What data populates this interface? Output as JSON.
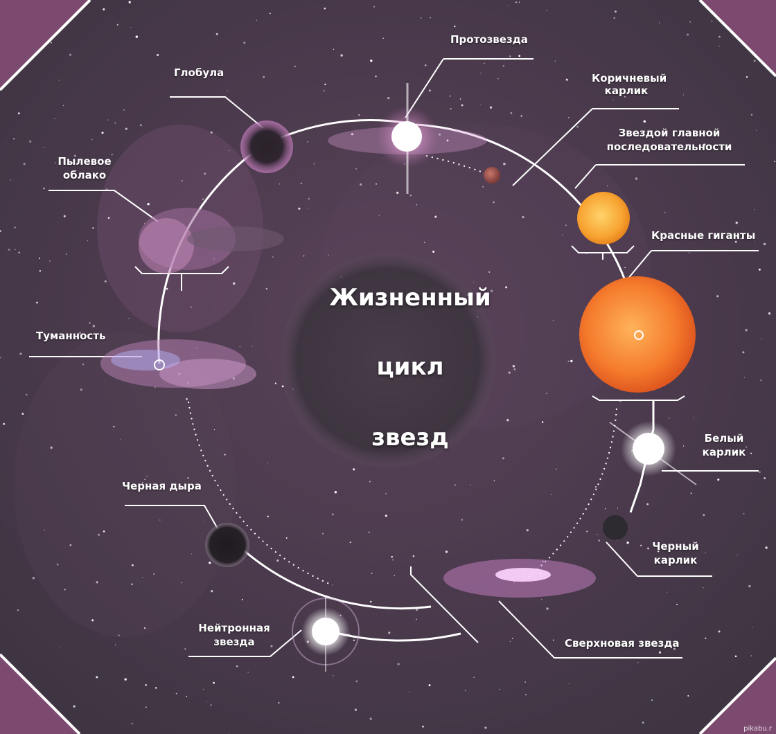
{
  "title": {
    "line1": "Жизненный",
    "line2": "цикл",
    "line3": "звезд"
  },
  "labels": {
    "protostar": "Протозвезда",
    "globule": "Глобула",
    "brown_dwarf_1": "Коричневый",
    "brown_dwarf_2": "карлик",
    "main_sequence_1": "Звездой главной",
    "main_sequence_2": "последовательности",
    "dust_cloud_1": "Пылевое",
    "dust_cloud_2": "облако",
    "red_giants": "Красные гиганты",
    "nebula": "Туманность",
    "white_dwarf_1": "Белый",
    "white_dwarf_2": "карлик",
    "black_hole": "Черная дыра",
    "black_dwarf_1": "Черный",
    "black_dwarf_2": "карлик",
    "neutron_star_1": "Нейтронная",
    "neutron_star_2": "звезда",
    "supernova": "Сверхновая звезда"
  },
  "watermark": "pikabu.r",
  "colors": {
    "background": "#4a3a4c",
    "corner": "#7a4a6e",
    "line": "#ffffff",
    "red_giant": "#f27a2a",
    "main_sequence_star": "#f7a030",
    "nebula_glow": "#c97ab8"
  }
}
